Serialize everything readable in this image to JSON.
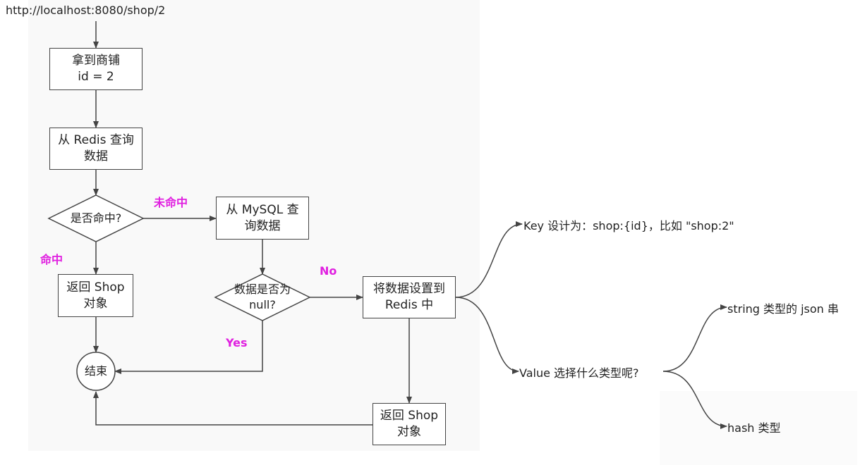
{
  "url": "http://localhost:8080/shop/2",
  "nodes": {
    "get_shop_id": "拿到商铺\nid = 2",
    "query_redis": "从 Redis 查询\n数据",
    "is_hit": "是否命中?",
    "query_mysql": "从 MySQL 查\n询数据",
    "return_shop_1": "返回 Shop\n对象",
    "is_null": "数据是否为\nnull?",
    "set_redis": "将数据设置到\nRedis 中",
    "end": "结束",
    "return_shop_2": "返回 Shop\n对象"
  },
  "edge_labels": {
    "miss": "未命中",
    "hit": "命中",
    "no": "No",
    "yes": "Yes"
  },
  "mindmap": {
    "key": "Key 设计为：shop:{id}，比如 \"shop:2\"",
    "value": "Value 选择什么类型呢?",
    "string_json": "string 类型的 json 串",
    "hash": "hash 类型"
  },
  "colors": {
    "edge_label": "#e020e0",
    "line": "#444444"
  }
}
